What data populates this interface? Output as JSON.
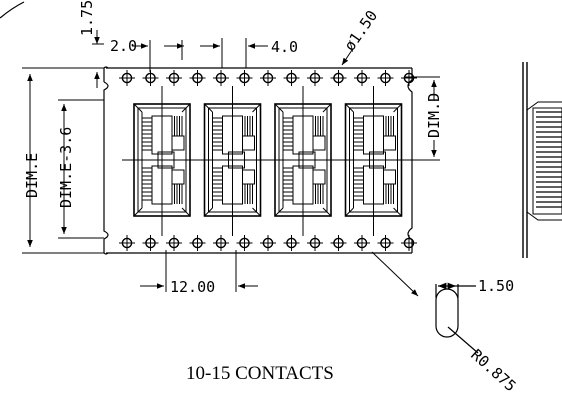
{
  "caption": "10-15 CONTACTS",
  "dimensions": {
    "hole_offset": "1.75",
    "edge_to_hole": "2.0",
    "hole_pitch": "4.0",
    "hole_diameter": "ø1.50",
    "dim_e": "DIM.E",
    "dim_e_minus": "DIM.E-3.6",
    "dim_d": "DIM.D",
    "pocket_pitch": "12.00",
    "slot_width": "1.50",
    "slot_radius": "R0.875"
  },
  "pocket_count": 4,
  "colors": {
    "line": "#000000",
    "background": "#ffffff"
  }
}
